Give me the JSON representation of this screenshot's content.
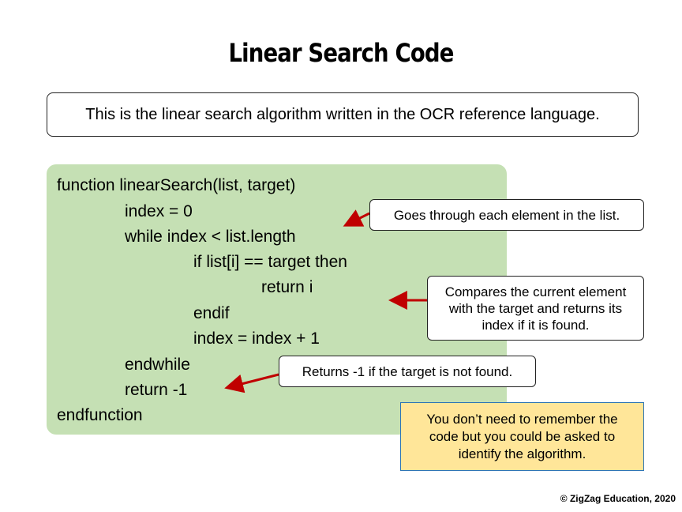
{
  "title": "Linear Search Code",
  "intro": "This is the linear search algorithm written in the OCR reference language.",
  "code_lines": [
    "function linearSearch(list, target)",
    "index = 0",
    "while index < list.length",
    "if list[i] == target then",
    "return i",
    "endif",
    "index = index + 1",
    "endwhile",
    "return -1",
    "endfunction"
  ],
  "callouts": {
    "loop": "Goes through each element in the list.",
    "compare": "Compares the current element with the target and returns its index if it is found.",
    "not_found": "Returns -1 if the target is not found."
  },
  "note": "You don’t need to remember the code but you could be asked to identify the algorithm.",
  "copyright": "© ZigZag Education, 2020",
  "colors": {
    "code_background": "#c5e0b4",
    "note_background": "#ffe699",
    "note_border": "#2e75b6",
    "arrow": "#c00000"
  }
}
